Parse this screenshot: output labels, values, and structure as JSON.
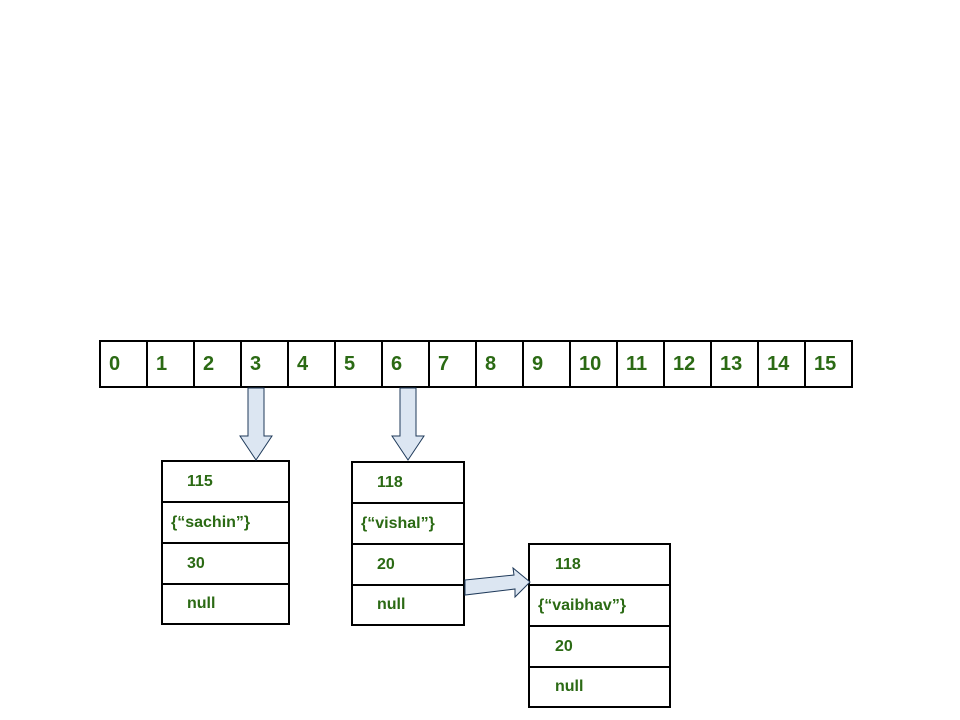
{
  "buckets": [
    "0",
    "1",
    "2",
    "3",
    "4",
    "5",
    "6",
    "7",
    "8",
    "9",
    "10",
    "11",
    "12",
    "13",
    "14",
    "15"
  ],
  "entries": {
    "sachin": {
      "hash": "115",
      "value": "{“sachin”}",
      "key": "30",
      "next": "null"
    },
    "vishal": {
      "hash": "118",
      "value": "{“vishal”}",
      "key": "20",
      "next": "null"
    },
    "vaibhav": {
      "hash": "118",
      "value": "{“vaibhav”}",
      "key": "20",
      "next": "null"
    }
  },
  "colors": {
    "text": "#2b6a14",
    "border": "#000000",
    "arrow_fill": "#dce6f2",
    "arrow_stroke": "#1f3a5a"
  }
}
